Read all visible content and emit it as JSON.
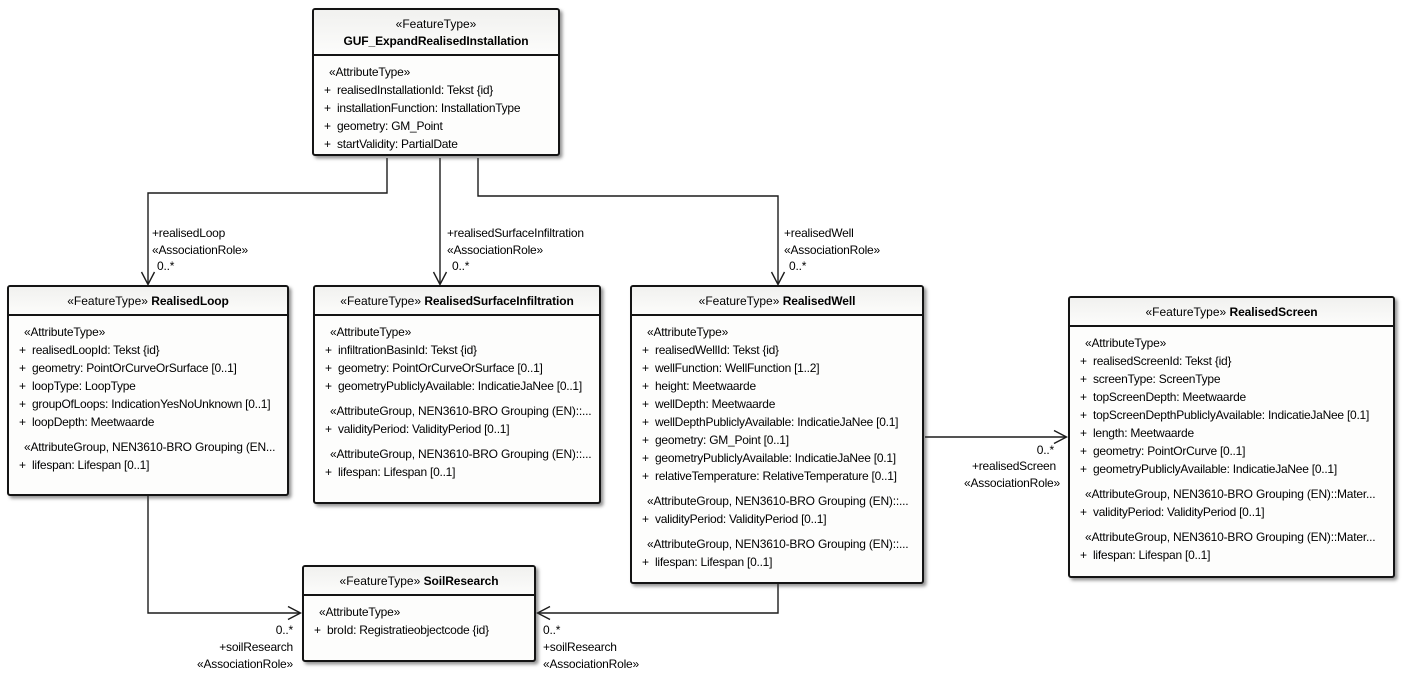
{
  "diagram": {
    "plus": "+",
    "classes": [
      {
        "stereotype": "«FeatureType»",
        "name": "GUF_ExpandRealisedInstallation",
        "sections": [
          {
            "header": "«AttributeType»",
            "attrs": [
              "realisedInstallationId: Tekst {id}",
              "installationFunction: InstallationType",
              "geometry: GM_Point",
              "startValidity: PartialDate"
            ]
          }
        ]
      },
      {
        "stereotype": "«FeatureType»",
        "name": "RealisedLoop",
        "sections": [
          {
            "header": "«AttributeType»",
            "attrs": [
              "realisedLoopId: Tekst {id}",
              "geometry: PointOrCurveOrSurface [0..1]",
              "loopType: LoopType",
              "groupOfLoops: IndicationYesNoUnknown [0..1]",
              "loopDepth: Meetwaarde"
            ]
          },
          {
            "header": "«AttributeGroup, NEN3610-BRO Grouping (EN...",
            "attrs": [
              "lifespan: Lifespan [0..1]"
            ]
          }
        ]
      },
      {
        "stereotype": "«FeatureType»",
        "name": "RealisedSurfaceInfiltration",
        "sections": [
          {
            "header": "«AttributeType»",
            "attrs": [
              "infiltrationBasinId: Tekst {id}",
              "geometry: PointOrCurveOrSurface [0..1]",
              "geometryPubliclyAvailable: IndicatieJaNee [0..1]"
            ]
          },
          {
            "header": "«AttributeGroup, NEN3610-BRO Grouping (EN)::...",
            "attrs": [
              "validityPeriod: ValidityPeriod [0..1]"
            ]
          },
          {
            "header": "«AttributeGroup, NEN3610-BRO Grouping (EN)::...",
            "attrs": [
              "lifespan: Lifespan [0..1]"
            ]
          }
        ]
      },
      {
        "stereotype": "«FeatureType»",
        "name": "RealisedWell",
        "sections": [
          {
            "header": "«AttributeType»",
            "attrs": [
              "realisedWellId: Tekst {id}",
              "wellFunction: WellFunction [1..2]",
              "height: Meetwaarde",
              "wellDepth: Meetwaarde",
              "wellDepthPubliclyAvailable: IndicatieJaNee [0.1]",
              "geometry: GM_Point [0..1]",
              "geometryPubliclyAvailable: IndicatieJaNee [0.1]",
              "relativeTemperature: RelativeTemperature [0..1]"
            ]
          },
          {
            "header": "«AttributeGroup, NEN3610-BRO Grouping (EN)::...",
            "attrs": [
              "validityPeriod: ValidityPeriod [0..1]"
            ]
          },
          {
            "header": "«AttributeGroup, NEN3610-BRO Grouping (EN)::...",
            "attrs": [
              "lifespan: Lifespan [0..1]"
            ]
          }
        ]
      },
      {
        "stereotype": "«FeatureType»",
        "name": "RealisedScreen",
        "sections": [
          {
            "header": "«AttributeType»",
            "attrs": [
              "realisedScreenId: Tekst {id}",
              "screenType: ScreenType",
              "topScreenDepth: Meetwaarde",
              "topScreenDepthPubliclyAvailable: IndicatieJaNee [0.1]",
              "length: Meetwaarde",
              "geometry: PointOrCurve [0..1]",
              "geometryPubliclyAvailable: IndicatieJaNee [0..1]"
            ]
          },
          {
            "header": "«AttributeGroup, NEN3610-BRO Grouping (EN)::Mater...",
            "attrs": [
              "validityPeriod: ValidityPeriod [0..1]"
            ]
          },
          {
            "header": "«AttributeGroup, NEN3610-BRO Grouping (EN)::Mater...",
            "attrs": [
              "lifespan: Lifespan [0..1]"
            ]
          }
        ]
      },
      {
        "stereotype": "«FeatureType»",
        "name": "SoilResearch",
        "sections": [
          {
            "header": "«AttributeType»",
            "attrs": [
              "broId: Registratieobjectcode {id}"
            ]
          }
        ]
      }
    ],
    "associations": [
      {
        "role": "+realisedLoop",
        "stereotype": "«AssociationRole»",
        "multiplicity": "0..*"
      },
      {
        "role": "+realisedSurfaceInfiltration",
        "stereotype": "«AssociationRole»",
        "multiplicity": "0..*"
      },
      {
        "role": "+realisedWell",
        "stereotype": "«AssociationRole»",
        "multiplicity": "0..*"
      },
      {
        "role": "+realisedScreen",
        "stereotype": "«AssociationRole»",
        "multiplicity": "0..*"
      },
      {
        "role": "+soilResearch",
        "stereotype": "«AssociationRole»",
        "multiplicity": "0..*"
      },
      {
        "role": "+soilResearch",
        "stereotype": "«AssociationRole»",
        "multiplicity": "0..*"
      }
    ]
  }
}
